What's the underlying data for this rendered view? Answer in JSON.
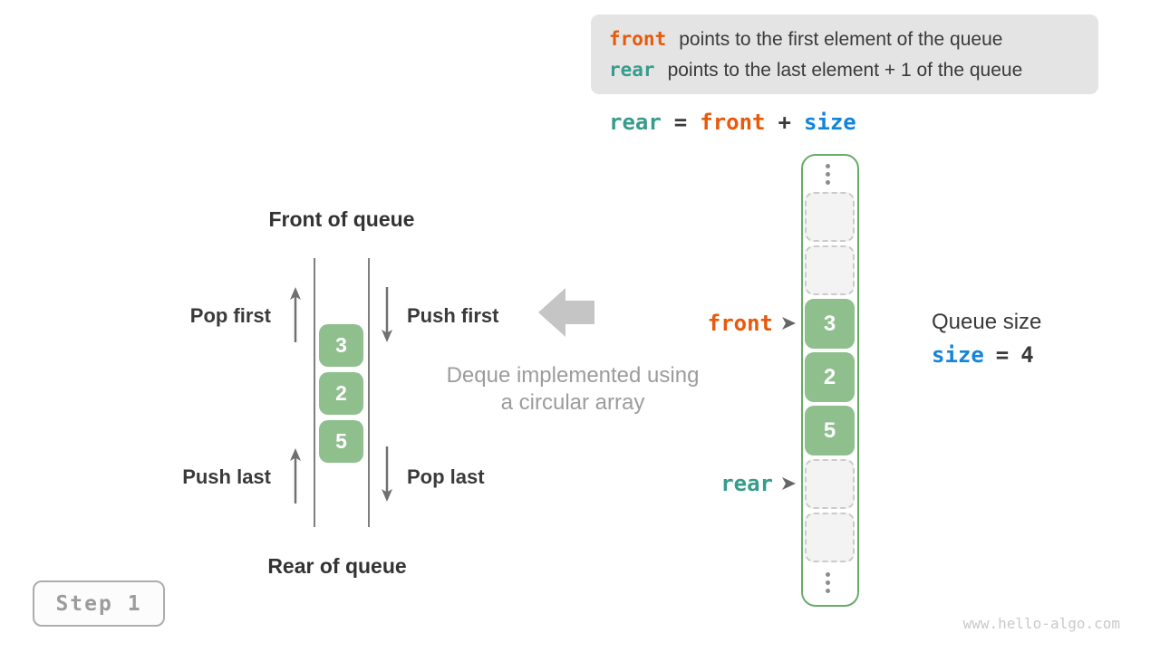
{
  "colors": {
    "accent_orange": "#e8590c",
    "accent_teal": "#379c8c",
    "accent_blue": "#1285db",
    "cell_green": "#8ebf8d",
    "frame_green_border": "#67ac67",
    "legend_background": "#e4e4e4",
    "muted_gray_text": "#9c9c9c"
  },
  "legend": {
    "line1": {
      "keyword": "front",
      "text": "points to the first element of the queue"
    },
    "line2": {
      "keyword": "rear",
      "text": "points to the last element + 1 of the queue"
    }
  },
  "formula": {
    "rear": "rear",
    "eq": "=",
    "front": "front",
    "plus": "+",
    "size": "size"
  },
  "deque": {
    "front_title": "Front of queue",
    "rear_title": "Rear of queue",
    "pop_first": "Pop first",
    "push_first": "Push first",
    "push_last": "Push last",
    "pop_last": "Pop last",
    "values": [
      "3",
      "2",
      "5"
    ]
  },
  "center": {
    "caption_line1": "Deque implemented using",
    "caption_line2": "a circular array"
  },
  "array": {
    "values": [
      "3",
      "2",
      "5"
    ],
    "front_label": "front",
    "rear_label": "rear"
  },
  "queue_size": {
    "label": "Queue size",
    "keyword": "size",
    "eq": "=",
    "value": "4"
  },
  "step_badge": {
    "label": "Step 1"
  },
  "watermark": "www.hello-algo.com"
}
